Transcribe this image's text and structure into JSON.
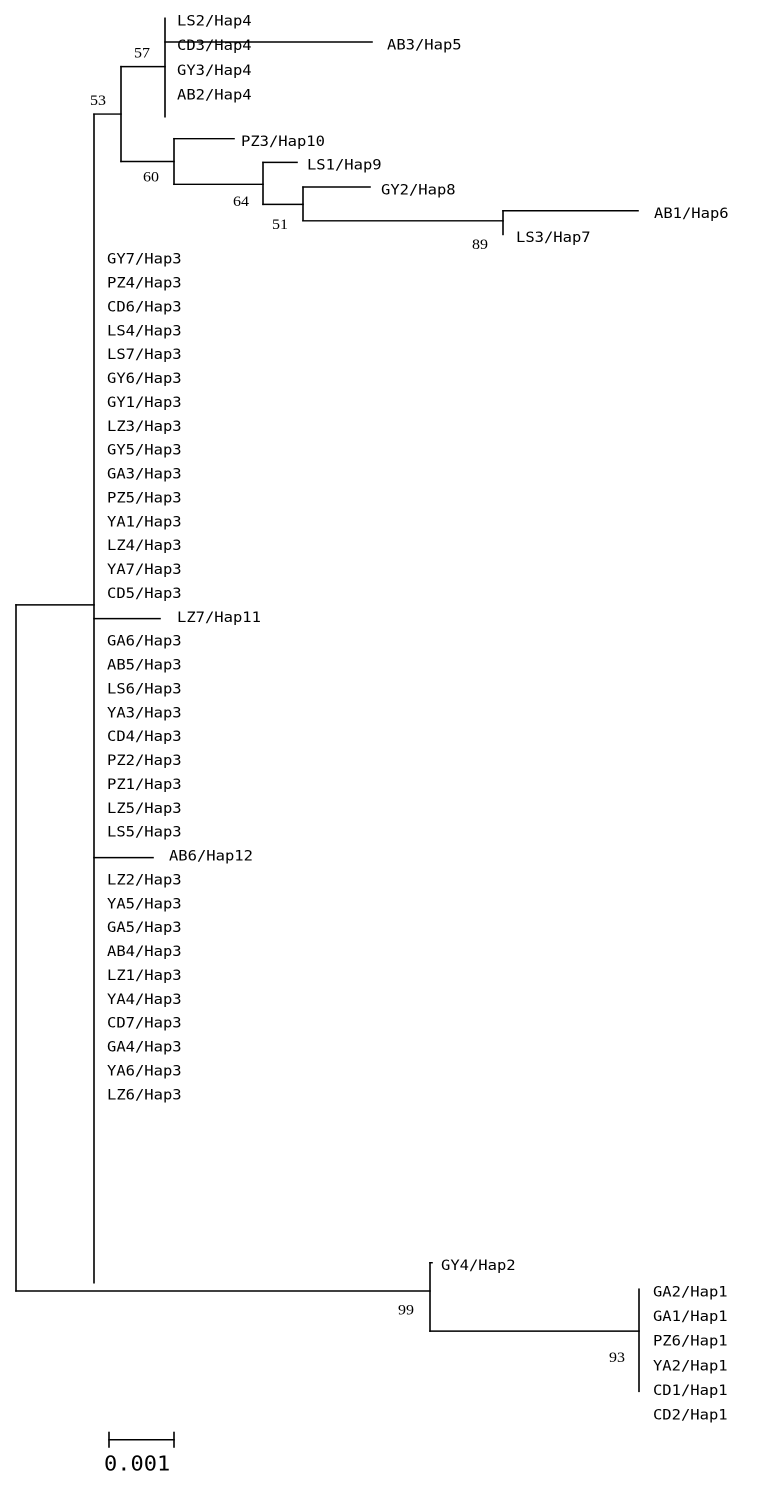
{
  "tree": {
    "leaves": {
      "hap4_group": [
        "LS2/Hap4",
        "CD3/Hap4",
        "GY3/Hap4",
        "AB2/Hap4"
      ],
      "ab3": "AB3/Hap5",
      "pz3": "PZ3/Hap10",
      "ls1": "LS1/Hap9",
      "gy2": "GY2/Hap8",
      "ab1": "AB1/Hap6",
      "ls3": "LS3/Hap7",
      "hap3_group": [
        "GY7/Hap3",
        "PZ4/Hap3",
        "CD6/Hap3",
        "LS4/Hap3",
        "LS7/Hap3",
        "GY6/Hap3",
        "GY1/Hap3",
        "LZ3/Hap3",
        "GY5/Hap3",
        "GA3/Hap3",
        "PZ5/Hap3",
        "YA1/Hap3",
        "LZ4/Hap3",
        "YA7/Hap3",
        "CD5/Hap3",
        "LZ7/Hap11",
        "GA6/Hap3",
        "AB5/Hap3",
        "LS6/Hap3",
        "YA3/Hap3",
        "CD4/Hap3",
        "PZ2/Hap3",
        "PZ1/Hap3",
        "LZ5/Hap3",
        "LS5/Hap3",
        "AB6/Hap12",
        "LZ2/Hap3",
        "YA5/Hap3",
        "GA5/Hap3",
        "AB4/Hap3",
        "LZ1/Hap3",
        "YA4/Hap3",
        "CD7/Hap3",
        "GA4/Hap3",
        "YA6/Hap3",
        "LZ6/Hap3"
      ],
      "gy4": "GY4/Hap2",
      "hap1_group": [
        "GA2/Hap1",
        "GA1/Hap1",
        "PZ6/Hap1",
        "YA2/Hap1",
        "CD1/Hap1",
        "CD2/Hap1"
      ]
    },
    "bootstrap": {
      "n57": "57",
      "n53": "53",
      "n60": "60",
      "n64": "64",
      "n51": "51",
      "n89": "89",
      "n99": "99",
      "n93": "93"
    },
    "scale_bar": {
      "label": "0.001"
    }
  }
}
